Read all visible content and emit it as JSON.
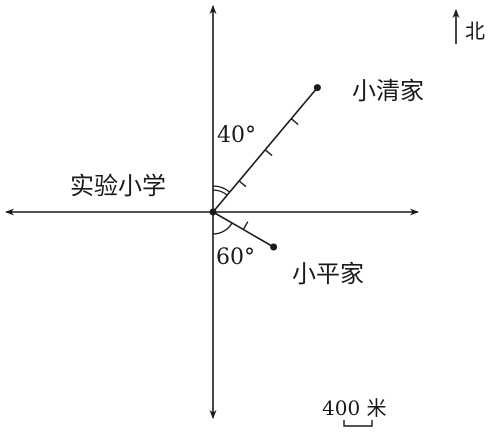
{
  "north": {
    "label": "北"
  },
  "origin": {
    "label": "实验小学"
  },
  "places": [
    {
      "name": "小清家",
      "angle_label": "40°",
      "bearing_deg": 40,
      "from_axis": "north",
      "segments": 4
    },
    {
      "name": "小平家",
      "angle_label": "60°",
      "bearing_deg": 60,
      "from_axis": "south",
      "segments": 2
    }
  ],
  "scale": {
    "label": "400 米",
    "segment_length_m": 400
  }
}
